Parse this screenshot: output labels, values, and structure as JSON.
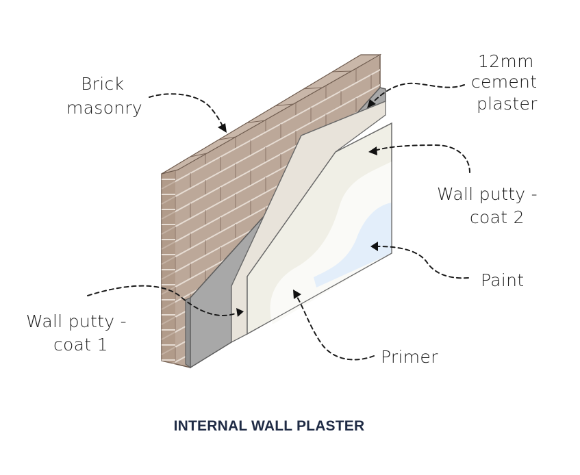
{
  "title": "INTERNAL WALL PLASTER",
  "labels": {
    "brick_masonry": [
      "Brick",
      "masonry"
    ],
    "cement_plaster": [
      "12mm",
      "cement",
      "plaster"
    ],
    "wall_putty_coat_2": [
      "Wall putty -",
      "coat 2"
    ],
    "paint": [
      "Paint"
    ],
    "primer": [
      "Primer"
    ],
    "wall_putty_coat_1": [
      "Wall putty -",
      "coat 1"
    ]
  },
  "colors": {
    "brick": "#bca899",
    "brick_side": "#a88f7e",
    "mortar": "#e6dcd3",
    "cement_plaster": "#a8a8a8",
    "wall_putty_coat_1": "#e8e3da",
    "primer": "#f0efe6",
    "wall_putty_coat_2": "#fafaf7",
    "paint": "#e3eefa",
    "title": "#1f2b45"
  },
  "icons": {
    "leader": "dashed-arrow-icon",
    "wall": "layered-wall-section-icon"
  }
}
